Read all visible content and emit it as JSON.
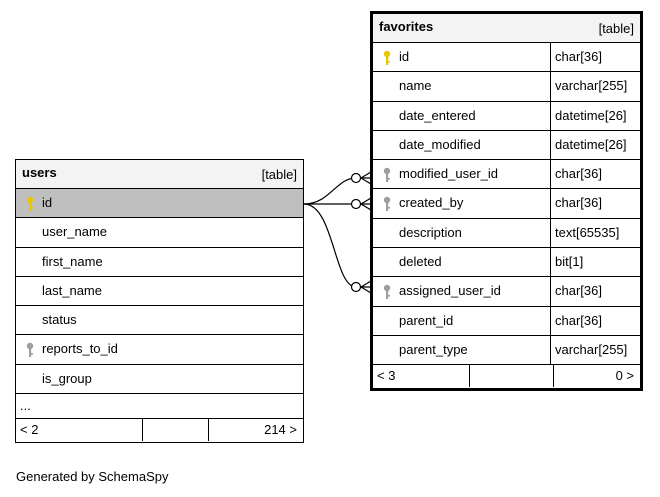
{
  "tables": {
    "users": {
      "name": "users",
      "kind": "[table]",
      "columns": [
        {
          "name": "id",
          "icon": "primary-key"
        },
        {
          "name": "user_name",
          "icon": ""
        },
        {
          "name": "first_name",
          "icon": ""
        },
        {
          "name": "last_name",
          "icon": ""
        },
        {
          "name": "status",
          "icon": ""
        },
        {
          "name": "reports_to_id",
          "icon": "foreign-key"
        },
        {
          "name": "is_group",
          "icon": ""
        }
      ],
      "more": "...",
      "footer": {
        "left": "< 2",
        "middle": "",
        "right": "214 >"
      }
    },
    "favorites": {
      "name": "favorites",
      "kind": "[table]",
      "columns": [
        {
          "name": "id",
          "type": "char[36]",
          "icon": "primary-key"
        },
        {
          "name": "name",
          "type": "varchar[255]",
          "icon": ""
        },
        {
          "name": "date_entered",
          "type": "datetime[26]",
          "icon": ""
        },
        {
          "name": "date_modified",
          "type": "datetime[26]",
          "icon": ""
        },
        {
          "name": "modified_user_id",
          "type": "char[36]",
          "icon": "foreign-key"
        },
        {
          "name": "created_by",
          "type": "char[36]",
          "icon": "foreign-key"
        },
        {
          "name": "description",
          "type": "text[65535]",
          "icon": ""
        },
        {
          "name": "deleted",
          "type": "bit[1]",
          "icon": ""
        },
        {
          "name": "assigned_user_id",
          "type": "char[36]",
          "icon": "foreign-key"
        },
        {
          "name": "parent_id",
          "type": "char[36]",
          "icon": ""
        },
        {
          "name": "parent_type",
          "type": "varchar[255]",
          "icon": ""
        }
      ],
      "footer": {
        "left": "< 3",
        "middle": "",
        "right": "0 >"
      }
    }
  },
  "colors": {
    "primary_key": "#e5c700",
    "foreign_key": "#9e9e9e",
    "selected_row": "#bfbfbf",
    "header": "#f3f3f3"
  },
  "generated_by": "Generated by SchemaSpy"
}
